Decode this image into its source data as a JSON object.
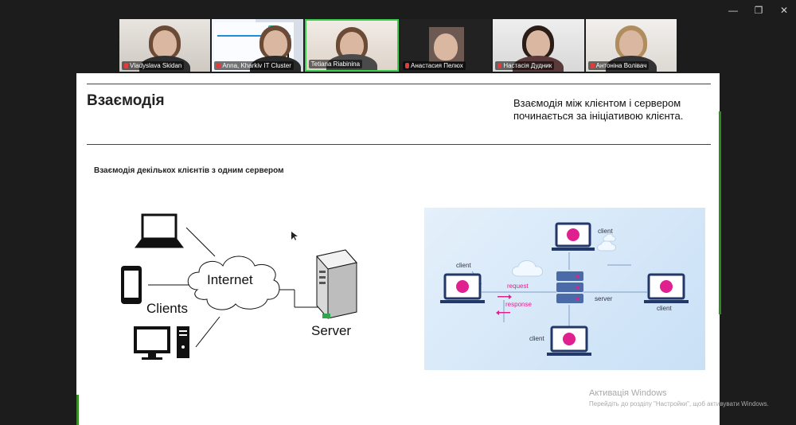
{
  "participants": [
    {
      "name": "Vladyslava Skidan"
    },
    {
      "name": "Anna, Kharkiv IT Cluster"
    },
    {
      "name": "Tetiana Riabinina"
    },
    {
      "name": "Анастасия Пелюх"
    },
    {
      "name": "Настасія Дудник"
    },
    {
      "name": "Антоніна Волівач"
    }
  ],
  "slide": {
    "title": "Взаємодія",
    "subtitle_line1": "Взаємодія між клієнтом і сервером",
    "subtitle_line2": "починається за ініціативою клієнта.",
    "section_heading": "Взаємодія декількох клієнтів з одним сервером",
    "diagram_left": {
      "internet_label": "Internet",
      "clients_label": "Clients",
      "server_label": "Server"
    },
    "diagram_right": {
      "client_labels": [
        "client",
        "client",
        "client",
        "client"
      ],
      "server_label": "server",
      "request_label": "request",
      "response_label": "response",
      "arrow_color": "#e0208e"
    }
  },
  "watermark": {
    "line1": "Активація Windows",
    "line2": "Перейдіть до розділу \"Настройки\", щоб активувати Windows."
  },
  "colors": {
    "accent_green": "#3ccf4e",
    "slide_accent": "#2e8b22"
  }
}
